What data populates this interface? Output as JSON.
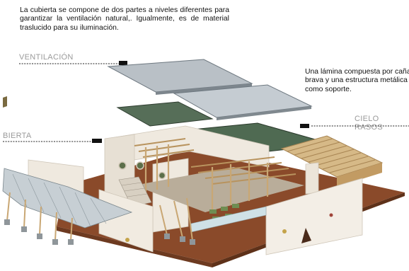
{
  "text": {
    "intro": "La cubierta se compone de dos partes a niveles diferentes para garantizar la ventilación natural,. Igualmente, es de material traslucido para su iluminación.",
    "lamina": "Una lámina compuesta por caña brava y una estructura metálica como soporte."
  },
  "labels": {
    "ventilacion": "VENTILACIÓN",
    "cielo_rasos": "CIELO RASOS",
    "cubierta": "BIERTA"
  },
  "colors": {
    "ground": "#8a4a2a",
    "wall": "#efe9df",
    "cane": "#c9a774",
    "roof_glass": "#4f6a52",
    "roof_metal": "#b9c0c6",
    "leader": "#222222",
    "label_gray": "#9a9a9a"
  }
}
